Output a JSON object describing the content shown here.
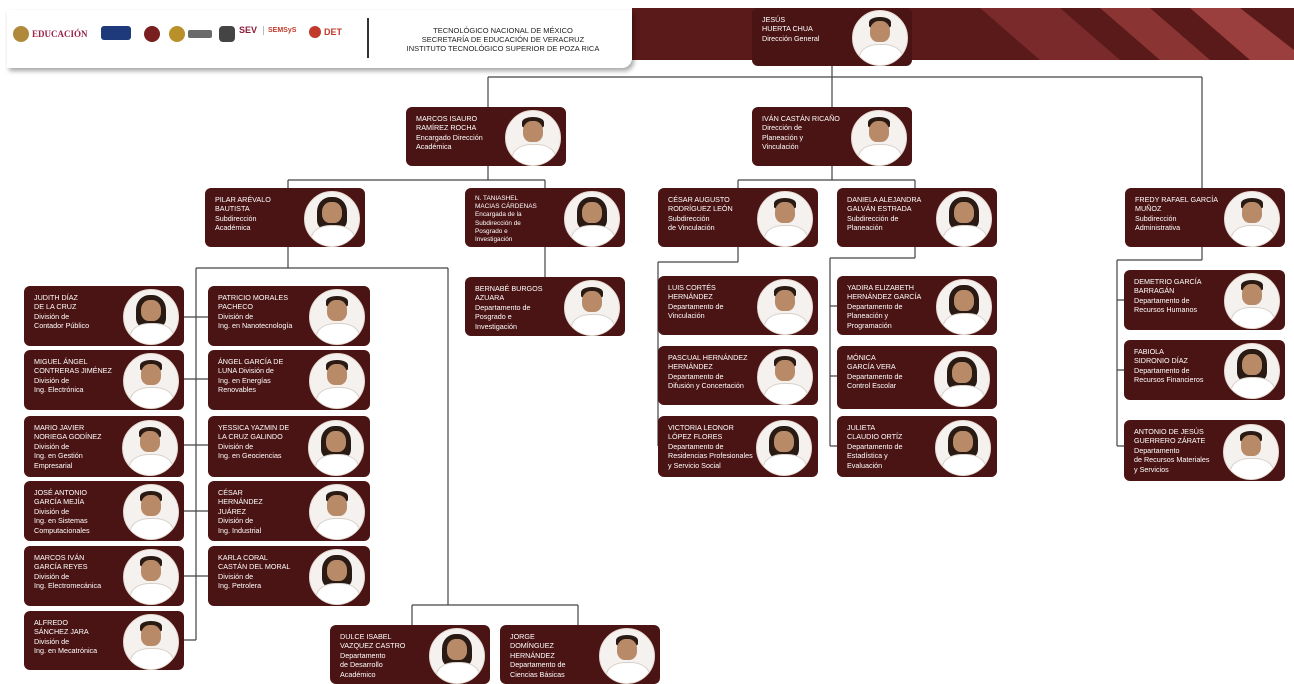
{
  "colors": {
    "card": "#4b1414",
    "band": "#6e1f1f",
    "line": "#444444"
  },
  "header": {
    "logos": [
      {
        "icon": "mexico-seal-icon",
        "label": "EDUCACIÓN",
        "color": "#9b2247"
      },
      {
        "icon": "tecnm-logo-icon",
        "label": "",
        "color": "#1f3a7a"
      },
      {
        "icon": "veracruz-shield-icon",
        "label": "",
        "color": "#7a1f1f"
      },
      {
        "icon": "veracruz-seal-icon",
        "label": "",
        "color": "#b9902a"
      },
      {
        "icon": "itspr-logo-icon",
        "label": "",
        "color": "#444444"
      },
      {
        "icon": "sev-logo-icon",
        "label": "SEV",
        "color": "#8a1c3a"
      },
      {
        "icon": "semsys-logo-icon",
        "label": "SEMSyS",
        "color": "#c0392b"
      },
      {
        "icon": "det-logo-icon",
        "label": "DET",
        "color": "#c0392b"
      }
    ],
    "title_lines": [
      "TECNOLÓGICO NACIONAL DE MÉXICO",
      "SECRETARÍA DE EDUCACIÓN DE VERACRUZ",
      "INSTITUTO TECNOLÓGICO SUPERIOR DE POZA RICA"
    ]
  },
  "people": [
    {
      "id": "director",
      "name_lines": [
        "JESÚS",
        "HUERTA CHUA"
      ],
      "role_lines": [
        "Dirección General"
      ],
      "gender": "m"
    },
    {
      "id": "academic-dir",
      "name_lines": [
        "MARCOS ISAURO",
        "RAMÍREZ ROCHA"
      ],
      "role_lines": [
        "Encargado Dirección",
        "Académica"
      ],
      "gender": "m"
    },
    {
      "id": "planning-dir",
      "name_lines": [
        "IVÁN CASTÁN RICAÑO"
      ],
      "role_lines": [
        "Dirección de",
        "Planeación y",
        "Vinculación"
      ],
      "gender": "m"
    },
    {
      "id": "admin-sub",
      "name_lines": [
        "FREDY RAFAEL GARCÍA",
        "MUÑOZ"
      ],
      "role_lines": [
        "Subdirección",
        "Administrativa"
      ],
      "gender": "m"
    },
    {
      "id": "academic-sub",
      "name_lines": [
        "PILAR ARÉVALO",
        "BAUTISTA"
      ],
      "role_lines": [
        "Subdirección",
        "Académica"
      ],
      "gender": "f"
    },
    {
      "id": "postgrad-sub",
      "name_lines": [
        "N. TANIASHEL",
        "MACIAS CÁRDENAS"
      ],
      "role_lines": [
        "Encargada de la",
        "Subdirección de",
        "Posgrado e",
        "Investigación"
      ],
      "gender": "f"
    },
    {
      "id": "linkage-sub",
      "name_lines": [
        "CÉSAR AUGUSTO",
        "RODRÍGUEZ LEÓN"
      ],
      "role_lines": [
        "Subdirección",
        "de Vinculación"
      ],
      "gender": "m"
    },
    {
      "id": "planning-sub",
      "name_lines": [
        "DANIELA ALEJANDRA",
        "GALVÁN ESTRADA"
      ],
      "role_lines": [
        "Subdirección de",
        "Planeación"
      ],
      "gender": "f"
    },
    {
      "id": "hr",
      "name_lines": [
        "DEMETRIO GARCÍA",
        "BARRAGÁN"
      ],
      "role_lines": [
        "Departamento de",
        "Recursos Humanos"
      ],
      "gender": "m"
    },
    {
      "id": "finance",
      "name_lines": [
        "FABIOLA",
        "SIDRONIO DÍAZ"
      ],
      "role_lines": [
        "Departamento de",
        "Recursos Financieros"
      ],
      "gender": "f"
    },
    {
      "id": "materials",
      "name_lines": [
        "ANTONIO DE JESÚS",
        "GUERRERO ZÁRATE"
      ],
      "role_lines": [
        "Departamento",
        "de Recursos Materiales",
        "y Servicios"
      ],
      "gender": "m"
    },
    {
      "id": "postgrad-dept",
      "name_lines": [
        "BERNABÉ BURGOS",
        "AZUARA"
      ],
      "role_lines": [
        "Departamento de",
        "Posgrado e",
        "Investigación"
      ],
      "gender": "m"
    },
    {
      "id": "linkage-dept",
      "name_lines": [
        "LUIS CORTÉS",
        "HERNÁNDEZ"
      ],
      "role_lines": [
        "Departamento de",
        "Vinculación"
      ],
      "gender": "m"
    },
    {
      "id": "diffusion",
      "name_lines": [
        "PASCUAL HERNÁNDEZ",
        "HERNÁNDEZ"
      ],
      "role_lines": [
        "Departamento de",
        "Difusión y Concertación"
      ],
      "gender": "m"
    },
    {
      "id": "residencies",
      "name_lines": [
        "VICTORIA LEONOR",
        "LÓPEZ FLORES"
      ],
      "role_lines": [
        "Departamento de",
        "Residencias Profesionales",
        "y Servicio Social"
      ],
      "gender": "f"
    },
    {
      "id": "programming",
      "name_lines": [
        "YADIRA ELIZABETH",
        "HERNÁNDEZ GARCÍA"
      ],
      "role_lines": [
        "Departamento de",
        "Planeación y",
        "Programación"
      ],
      "gender": "f"
    },
    {
      "id": "school-control",
      "name_lines": [
        "MÓNICA",
        "GARCÍA VERA"
      ],
      "role_lines": [
        "Departamento de",
        "Control Escolar"
      ],
      "gender": "f"
    },
    {
      "id": "statistics",
      "name_lines": [
        "JULIETA",
        "CLAUDIO ORTÍZ"
      ],
      "role_lines": [
        "Departamento de",
        "Estadística y",
        "Evaluación"
      ],
      "gender": "f"
    },
    {
      "id": "accounting",
      "name_lines": [
        "JUDITH DÍAZ",
        "DE LA CRUZ"
      ],
      "role_lines": [
        "División de",
        "Contador Público"
      ],
      "gender": "f"
    },
    {
      "id": "electronics",
      "name_lines": [
        "MIGUEL ÁNGEL",
        "CONTRERAS JIMÉNEZ"
      ],
      "role_lines": [
        "División de",
        "Ing. Electrónica"
      ],
      "gender": "m"
    },
    {
      "id": "business",
      "name_lines": [
        "MARIO JAVIER",
        "NORIEGA GODÍNEZ"
      ],
      "role_lines": [
        "División de",
        "Ing. en Gestión",
        "Empresarial"
      ],
      "gender": "m"
    },
    {
      "id": "systems",
      "name_lines": [
        "JOSÉ ANTONIO",
        "GARCÍA MEJÍA"
      ],
      "role_lines": [
        "División de",
        "Ing. en Sistemas",
        "Computacionales"
      ],
      "gender": "m"
    },
    {
      "id": "electromech",
      "name_lines": [
        "MARCOS IVÁN",
        "GARCÍA REYES"
      ],
      "role_lines": [
        "División de",
        "Ing. Electromecánica"
      ],
      "gender": "m"
    },
    {
      "id": "mechatronics",
      "name_lines": [
        "ALFREDO",
        "SÁNCHEZ JARA"
      ],
      "role_lines": [
        "División de",
        "Ing. en Mecatrónica"
      ],
      "gender": "m"
    },
    {
      "id": "nanotech",
      "name_lines": [
        "PATRICIO MORALES",
        "PACHECO"
      ],
      "role_lines": [
        "División de",
        "Ing. en Nanotecnología"
      ],
      "gender": "m"
    },
    {
      "id": "renewable",
      "name_lines": [
        "ÁNGEL GARCÍA DE",
        "LUNA División de"
      ],
      "role_lines": [
        "Ing. en Energías",
        "Renovables"
      ],
      "gender": "m"
    },
    {
      "id": "geosciences",
      "name_lines": [
        "YESSICA YAZMIN DE",
        "LA CRUZ GALINDO"
      ],
      "role_lines": [
        "División de",
        "Ing. en Geociencias"
      ],
      "gender": "f"
    },
    {
      "id": "industrial",
      "name_lines": [
        "CÉSAR",
        "HERNÁNDEZ",
        "JUÁREZ"
      ],
      "role_lines": [
        "División de",
        "Ing. Industrial"
      ],
      "gender": "m"
    },
    {
      "id": "petroleum",
      "name_lines": [
        "KARLA CORAL",
        "CASTÁN DEL MORAL"
      ],
      "role_lines": [
        "División de",
        "Ing. Petrolera"
      ],
      "gender": "f"
    },
    {
      "id": "academic-dev",
      "name_lines": [
        "DULCE ISABEL",
        "VAZQUEZ CASTRO"
      ],
      "role_lines": [
        "Departamento",
        "de Desarrollo",
        "Académico"
      ],
      "gender": "f"
    },
    {
      "id": "basic-sciences",
      "name_lines": [
        "JORGE",
        "DOMÍNGUEZ",
        "HERNÁNDEZ"
      ],
      "role_lines": [
        "Departamento de",
        "Ciencias Básicas"
      ],
      "gender": "m"
    }
  ]
}
